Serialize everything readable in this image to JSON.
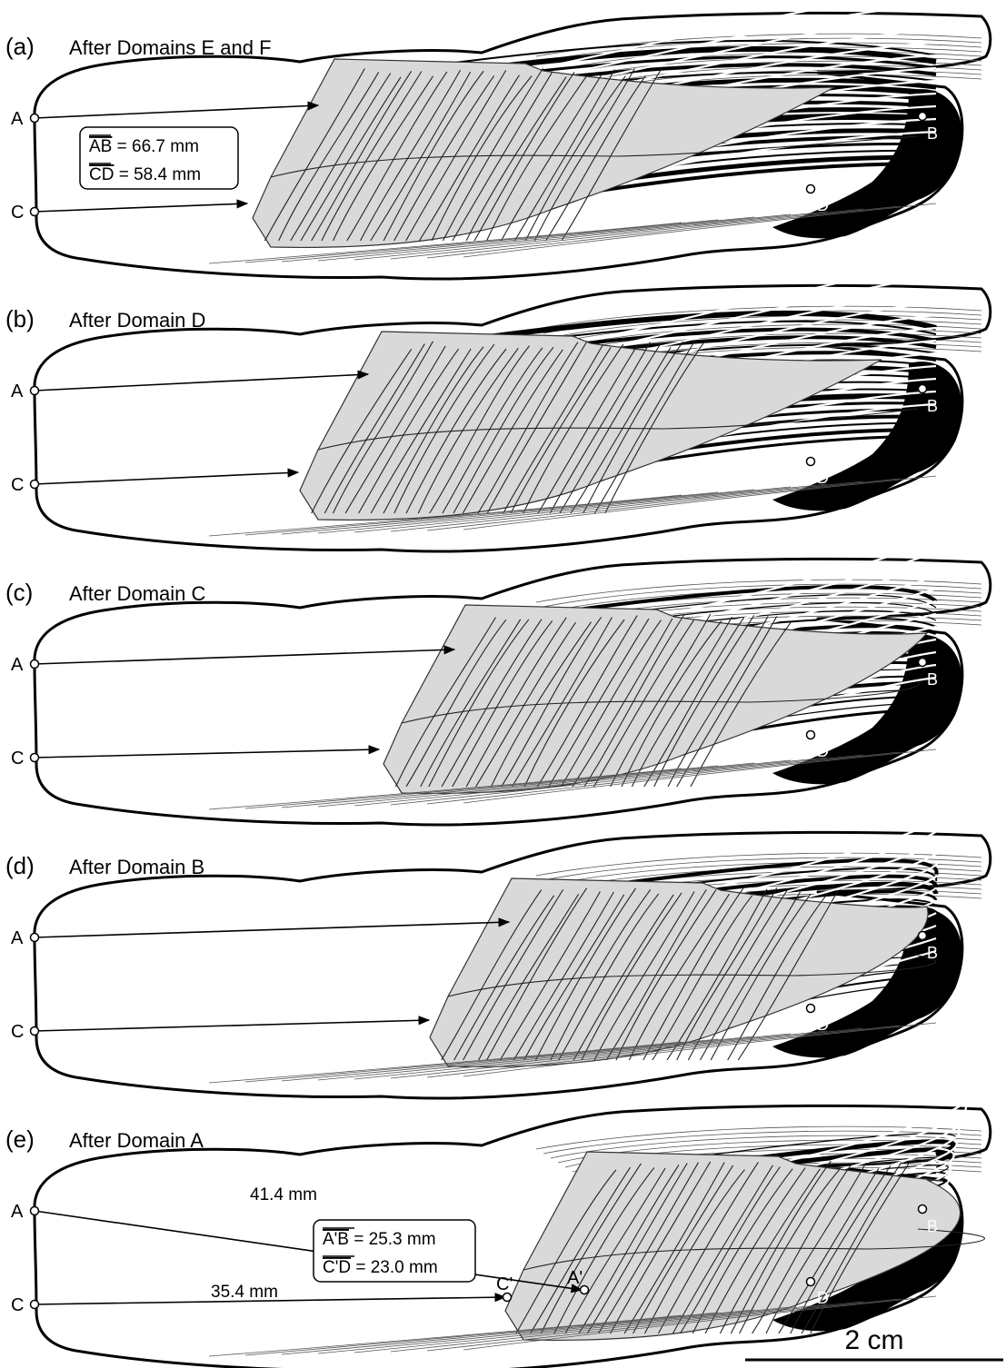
{
  "panels": [
    {
      "letter": "(a)",
      "title": "After Domains E and F",
      "points": {
        "A": "A",
        "B": "B",
        "C": "C",
        "D": "D"
      },
      "box": {
        "line1_bar": "AB",
        "line1_rest": " = 66.7 mm",
        "line2_bar": "CD",
        "line2_rest": " = 58.4 mm"
      }
    },
    {
      "letter": "(b)",
      "title": "After Domain D",
      "points": {
        "A": "A",
        "B": "B",
        "C": "C",
        "D": "D"
      }
    },
    {
      "letter": "(c)",
      "title": "After Domain C",
      "points": {
        "A": "A",
        "B": "B",
        "C": "C",
        "D": "D"
      }
    },
    {
      "letter": "(d)",
      "title": "After Domain B",
      "points": {
        "A": "A",
        "B": "B",
        "C": "C",
        "D": "D"
      }
    },
    {
      "letter": "(e)",
      "title": "After Domain A",
      "points": {
        "A": "A",
        "B": "B",
        "C": "C",
        "D": "D",
        "A_prime": "A'",
        "C_prime": "C'"
      },
      "measure_top": "41.4 mm",
      "measure_bottom": "35.4 mm",
      "box": {
        "line1_bar": "A'B",
        "line1_rest": " = 25.3 mm",
        "line2_bar": "C'D",
        "line2_rest": " = 23.0 mm"
      }
    }
  ],
  "scale_bar": {
    "label": "2 cm"
  },
  "colors": {
    "gray_region": "#d9d9d9",
    "black_region": "#000000",
    "outline": "#000000"
  }
}
